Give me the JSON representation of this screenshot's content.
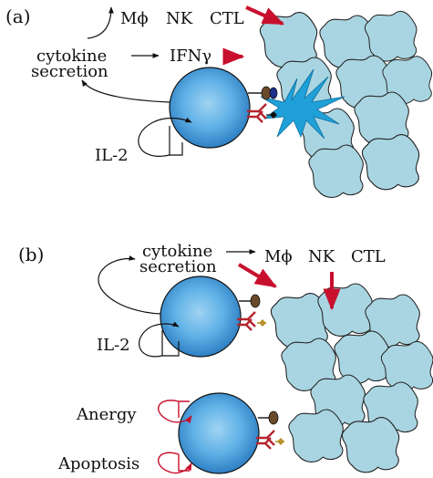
{
  "panel_a": {
    "letter": "(a)",
    "effectors": {
      "macrophage": "Mϕ",
      "nk": "NK",
      "ctl": "CTL"
    },
    "cytokine_line1": "cytokine",
    "cytokine_line2": "secretion",
    "ifn": "IFNγ",
    "il2": "IL-2"
  },
  "panel_b": {
    "letter": "(b)",
    "cytokine_line1": "cytokine",
    "cytokine_line2": "secretion",
    "effectors": {
      "macrophage": "Mϕ",
      "nk": "NK",
      "ctl": "CTL"
    },
    "il2": "IL-2",
    "anergy": "Anergy",
    "apoptosis": "Apoptosis"
  },
  "colors": {
    "tumor_fill": "#a9d5e2",
    "tumor_stroke": "#222222",
    "tcell_center": "#7cc3ee",
    "tcell_edge": "#2e7fc3",
    "dendritic": "#1fa0d8",
    "red_arrow": "#c8102e",
    "receptor": "#b5252e",
    "brown": "#6b4a2b",
    "navy": "#1f2f8f",
    "antigen_gold": "#b8922d"
  }
}
